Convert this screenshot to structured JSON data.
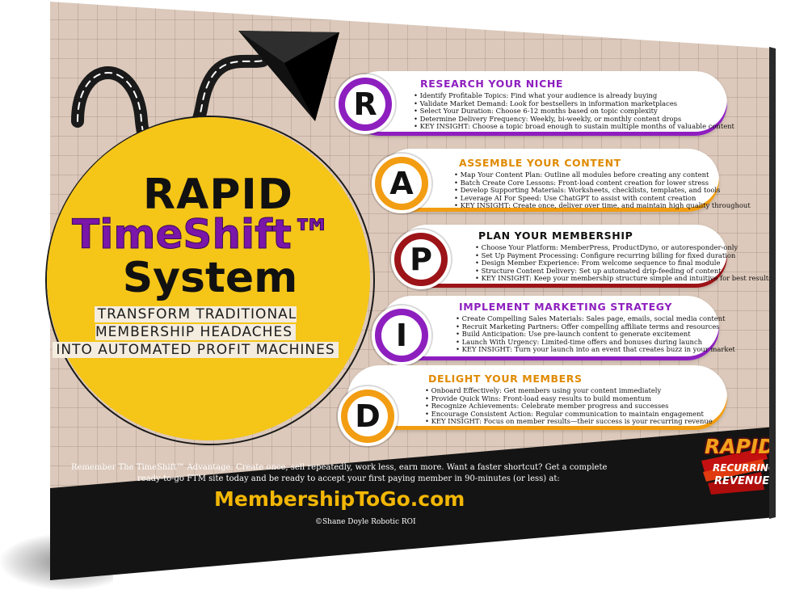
{
  "title": {
    "line1": "RAPID",
    "line2": "TimeShift™",
    "line3": "System"
  },
  "subtitle": {
    "line1": "Transform Traditional Membership Headaches",
    "line2": "into Automated Profit Machines"
  },
  "colors": {
    "purple": "#8e1fbf",
    "orange": "#f29d12",
    "maroon": "#9c1418",
    "yellow": "#f5c518",
    "background": "#dcc9bb"
  },
  "steps": [
    {
      "letter": "R",
      "title": "Research Your Niche",
      "items": [
        "Identify Profitable Topics: Find what your audience is already buying",
        "Validate Market Demand: Look for bestsellers in information marketplaces",
        "Select Your Duration: Choose 6-12 months based on topic complexity",
        "Determine Delivery Frequency: Weekly, bi-weekly, or monthly content drops",
        "KEY INSIGHT: Choose a topic broad enough to sustain multiple months of valuable content"
      ]
    },
    {
      "letter": "A",
      "title": "Assemble Your Content",
      "items": [
        "Map Your Content Plan: Outline all modules before creating any content",
        "Batch Create Core Lessons: Front-load content creation for lower stress",
        "Develop Supporting Materials: Worksheets, checklists, templates, and tools",
        "Leverage AI For Speed: Use ChatGPT to assist with content creation",
        "KEY INSIGHT: Create once, deliver over time, and maintain high quality throughout"
      ]
    },
    {
      "letter": "P",
      "title": "Plan Your Membership",
      "items": [
        "Choose Your Platform: MemberPress, ProductDyno, or autoresponder-only",
        "Set Up Payment Processing: Configure recurring billing for fixed duration",
        "Design Member Experience: From welcome sequence to final module",
        "Structure Content Delivery: Set up automated drip-feeding of content",
        "KEY INSIGHT: Keep your membership structure simple and intuitive for best results"
      ]
    },
    {
      "letter": "I",
      "title": "Implement Marketing Strategy",
      "items": [
        "Create Compelling Sales Materials: Sales page, emails, social media content",
        "Recruit Marketing Partners: Offer compelling affiliate terms and resources",
        "Build Anticipation: Use pre-launch content to generate excitement",
        "Launch With Urgency: Limited-time offers and bonuses during launch",
        "KEY INSIGHT: Turn your launch into an event that creates buzz in your market"
      ]
    },
    {
      "letter": "D",
      "title": "Delight Your Members",
      "items": [
        "Onboard Effectively: Get members using your content immediately",
        "Provide Quick Wins: Front-load easy results to build momentum",
        "Recognize Achievements: Celebrate member progress and successes",
        "Encourage Consistent Action: Regular communication to maintain engagement",
        "KEY INSIGHT: Focus on member results—their success is your recurring revenue"
      ]
    }
  ],
  "footer": {
    "line1": "Remember The TimeShift™ Advantage: Create once, sell repeatedly, work less, earn more. Want a faster shortcut? Get a complete",
    "line2": "ready-to-go FTM site today and be ready to accept your first paying member in 90-minutes (or less) at:",
    "url": "MembershipToGo.com",
    "copyright": "©Shane Doyle Robotic ROI"
  },
  "logo": {
    "line1": "RAPID",
    "line2": "RECURRING",
    "line3": "REVENUE"
  }
}
